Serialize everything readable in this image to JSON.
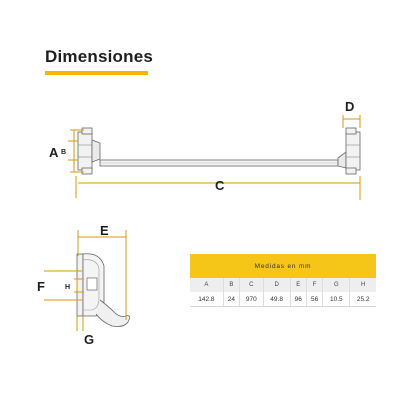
{
  "title": "Dimensiones",
  "dimension_labels": {
    "A": "A",
    "B": "B",
    "C": "C",
    "D": "D",
    "E": "E",
    "F": "F",
    "G": "G",
    "H": "H"
  },
  "table": {
    "title": "Medidas en mm",
    "columns": [
      "A",
      "B",
      "C",
      "D",
      "E",
      "F",
      "G",
      "H"
    ],
    "values": [
      "142.8",
      "24",
      "970",
      "49.8",
      "96",
      "56",
      "10.5",
      "25.2"
    ]
  },
  "colors": {
    "accent": "#f5b800",
    "table_header": "#f5c518",
    "dimension_lines": "#d99a00",
    "outline": "#666666",
    "text": "#1e1e1e"
  }
}
